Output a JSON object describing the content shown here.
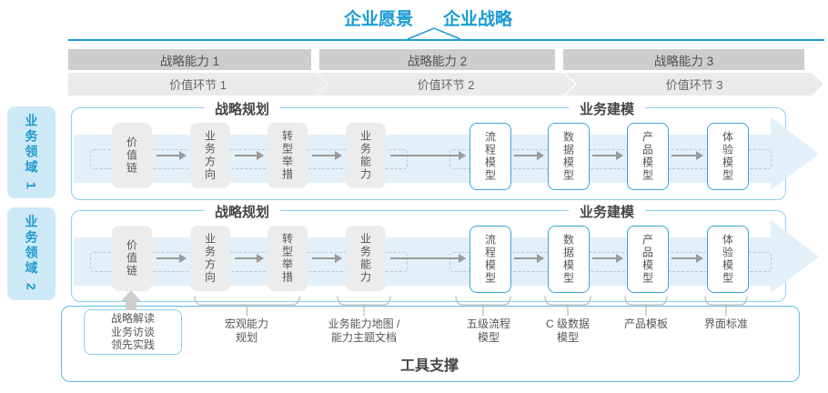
{
  "title": {
    "vision": "企业愿景",
    "strategy": "企业战略"
  },
  "strategic_capabilities": [
    "战略能力 1",
    "战略能力 2",
    "战略能力 3"
  ],
  "value_links": [
    "价值环节 1",
    "价值环节 2",
    "价值环节 3"
  ],
  "domain_labels": [
    "业务领域 1",
    "业务领域 2"
  ],
  "row_headers": {
    "planning": "战略规划",
    "modeling": "业务建模"
  },
  "process_boxes": [
    {
      "label": "价值链",
      "variant": "gray"
    },
    {
      "label": "业务方向",
      "variant": "gray"
    },
    {
      "label": "转型举措",
      "variant": "gray"
    },
    {
      "label": "业务能力",
      "variant": "gray"
    },
    {
      "label": "流程模型",
      "variant": "blue"
    },
    {
      "label": "数据模型",
      "variant": "blue"
    },
    {
      "label": "产品模型",
      "variant": "blue"
    },
    {
      "label": "体验模型",
      "variant": "blue"
    }
  ],
  "practice_note": [
    "战略解读",
    "业务访谈",
    "领先实践"
  ],
  "annotations": [
    {
      "lines": [
        "宏观能力",
        "规划"
      ]
    },
    {
      "lines": [
        "业务能力地图 /",
        "能力主题文档"
      ]
    },
    {
      "lines": [
        "五级流程",
        "模型"
      ]
    },
    {
      "lines": [
        "C 级数据",
        "模型"
      ]
    },
    {
      "lines": [
        "产品模板"
      ]
    },
    {
      "lines": [
        "界面标准"
      ]
    }
  ],
  "tool_support": "工具支撑",
  "colors": {
    "accent": "#1a9bd7",
    "flow_band": "#e3f0f9",
    "domain_label_bg": "#cde9f6",
    "row_border": "#8ccfeb",
    "outer_border": "#62bbe0",
    "gray_box_bg": "#ececec",
    "blue_box_border": "#3ba4d9",
    "cap_band_bg": "#cdcdcd",
    "value_band_bg": "#eaeaea",
    "text": "#555555"
  }
}
